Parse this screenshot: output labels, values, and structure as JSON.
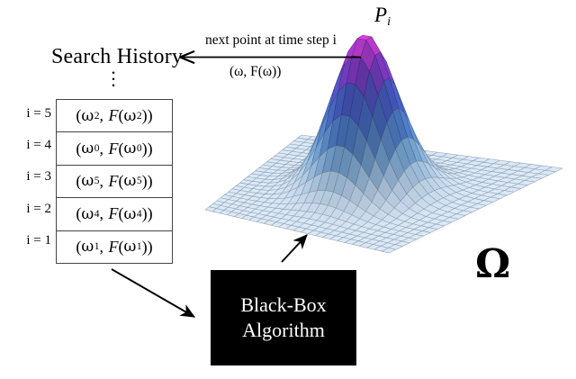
{
  "diagram": {
    "title": "Black-box optimization loop diagram"
  },
  "search_history": {
    "title": "Search History",
    "ellipsis": "⋮",
    "index_labels": [
      "i = 5",
      "i = 4",
      "i = 3",
      "i = 2",
      "i = 1"
    ],
    "rows": [
      {
        "index_label": "i = 5",
        "omega_sub": "2",
        "f_sub": "2",
        "text": "(ω2, F(ω2))"
      },
      {
        "index_label": "i = 4",
        "omega_sub": "0",
        "f_sub": "0",
        "text": "(ω0, F(ω0))"
      },
      {
        "index_label": "i = 3",
        "omega_sub": "5",
        "f_sub": "5",
        "text": "(ω5, F(ω5))"
      },
      {
        "index_label": "i = 2",
        "omega_sub": "4",
        "f_sub": "4",
        "text": "(ω4, F(ω4))"
      },
      {
        "index_label": "i = 1",
        "omega_sub": "1",
        "f_sub": "1",
        "text": "(ω1, F(ω1))"
      }
    ],
    "open_paren": "(",
    "comma": ",",
    "close_paren": "))",
    "omega_glyph": "ω",
    "f_glyph": "F",
    "f_open": "("
  },
  "feedback_arrow": {
    "label_top": "next point at time step i",
    "label_bottom": "(ω, F(ω))",
    "direction": "right-to-left"
  },
  "black_box": {
    "line1": "Black-Box",
    "line2": "Algorithm"
  },
  "surface": {
    "peak_label": "P",
    "peak_label_sub": "i",
    "domain_label": "Ω",
    "colors": {
      "peak": "#e33fe0",
      "upper_mid": "#8b3fd9",
      "mid": "#4f63d8",
      "lower_mid": "#5f9de0",
      "base": "#dbe9f7",
      "grid_line": "#8f9fb0",
      "plane_edge": "#7f8fa0"
    }
  },
  "chart_data": {
    "type": "surface",
    "title": "Gaussian objective function over search space",
    "xlabel": "Ω",
    "ylabel": "Ω",
    "zlabel": "P_i",
    "function": "gaussian",
    "amplitude": 1.0,
    "sigma": 0.26,
    "grid_n": 25,
    "x_range": [
      -1,
      1
    ],
    "y_range": [
      -1,
      1
    ],
    "z_range": [
      0,
      1
    ]
  },
  "annotations": {
    "arrow_history_to_blackbox": "Search History feeds the Black-Box Algorithm",
    "arrow_blackbox_to_surface": "Black-Box Algorithm queries the objective surface"
  }
}
